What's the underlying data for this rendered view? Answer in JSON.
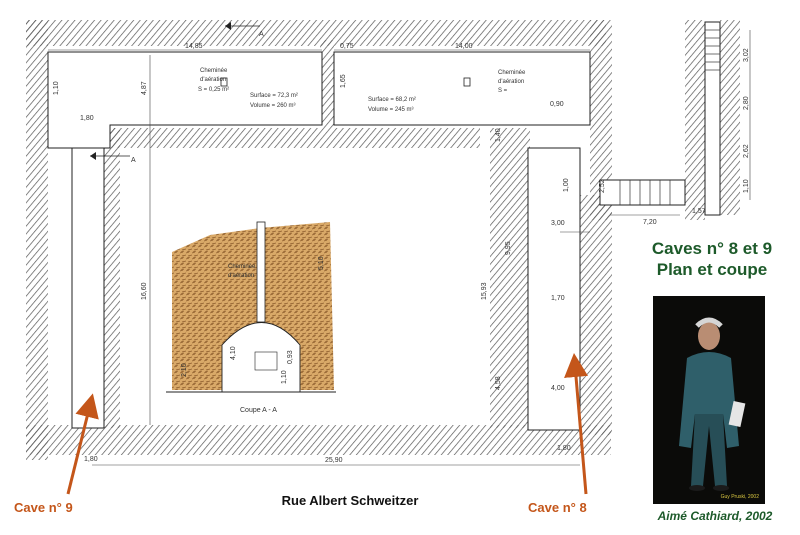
{
  "title": {
    "line1": "Caves n° 8 et 9",
    "line2": "Plan et coupe"
  },
  "street": "Rue Albert Schweitzer",
  "cave_labels": {
    "left": "Cave n° 9",
    "right": "Cave n° 8"
  },
  "photo": {
    "caption": "Aimé Cathiard, 2002",
    "credit": "Guy Pruski, 2002"
  },
  "section_label": "Coupe A - A",
  "section_marker": "A",
  "rooms": {
    "left": {
      "surface": "Surface = 72,3 m²",
      "volume": "Volume = 260 m³",
      "vent": "Cheminée",
      "vent2": "d'aération",
      "vent_size": "S = 0,25 m²"
    },
    "right": {
      "surface": "Surface = 68,2 m²",
      "volume": "Volume = 245 m³",
      "vent": "Cheminée",
      "vent2": "d'aération",
      "vent_size": "S ="
    }
  },
  "section_vent": {
    "line1": "Cheminée",
    "line2": "d'aération"
  },
  "dimensions": {
    "top_left": "14,85",
    "top_mid": "0,75",
    "top_right": "14,00",
    "left_height": "4,87",
    "left_small": "1,10",
    "mid_gap": "1,65",
    "right_opening": "0,90",
    "right_small": "1,40",
    "corridor_width": "1,80",
    "corridor_length": "16,60",
    "center_height": "15,93",
    "right_length": "9,95",
    "right_lower": "4,58",
    "box_width": "1,00",
    "box_height": "2,52",
    "stair_a": "3,02",
    "stair_b": "2,80",
    "stair_c": "2,62",
    "stair_d": "1,10",
    "step_run": "7,20",
    "step_width": "1,57",
    "room_width": "3,00",
    "door_width": "1,70",
    "bottom_room": "4,00",
    "bottom_left": "1,80",
    "bottom_total": "25,90",
    "bottom_right": "1,80",
    "section_h1": "5,10",
    "section_h2": "4,10",
    "section_h3": "2,10",
    "section_h4": "0,93",
    "section_h5": "1,10"
  },
  "colors": {
    "wall": "#4a4a4a",
    "soil": "#c9965a",
    "title": "#1d5a2a",
    "arrow": "#c4561a"
  }
}
